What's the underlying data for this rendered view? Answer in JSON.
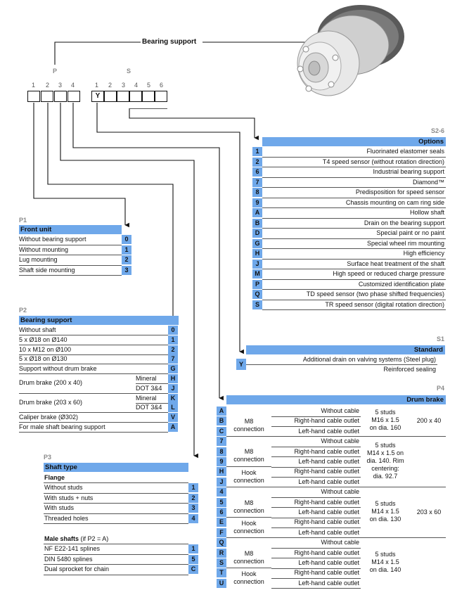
{
  "title": "Bearing support",
  "code_groups": {
    "p_letter": "P",
    "s_letter": "S",
    "p_digits": [
      "1",
      "2",
      "3",
      "4"
    ],
    "s_digits": [
      "1",
      "2",
      "3",
      "4",
      "5",
      "6"
    ],
    "s1_value": "Y"
  },
  "s26": {
    "tag": "S2-6",
    "header": "Options",
    "items": [
      {
        "code": "1",
        "label": "Fluorinated elastomer seals"
      },
      {
        "code": "2",
        "label": "T4 speed sensor (without rotation direction)"
      },
      {
        "code": "6",
        "label": "Industrial bearing support"
      },
      {
        "code": "7",
        "label": "Diamond™"
      },
      {
        "code": "8",
        "label": "Predisposition for speed sensor"
      },
      {
        "code": "9",
        "label": "Chassis mounting on cam ring side"
      },
      {
        "code": "A",
        "label": "Hollow shaft"
      },
      {
        "code": "B",
        "label": "Drain on the bearing support"
      },
      {
        "code": "D",
        "label": "Special paint or no paint"
      },
      {
        "code": "G",
        "label": "Special wheel rim mounting"
      },
      {
        "code": "H",
        "label": "High efficiency"
      },
      {
        "code": "J",
        "label": "Surface heat treatment of the shaft"
      },
      {
        "code": "M",
        "label": "High speed or reduced charge pressure"
      },
      {
        "code": "P",
        "label": "Customized identification plate"
      },
      {
        "code": "Q",
        "label": "TD speed sensor (two phase shifted frequencies)"
      },
      {
        "code": "S",
        "label": "TR speed sensor (digital rotation direction)"
      }
    ]
  },
  "p1": {
    "tag": "P1",
    "header": "Front unit",
    "items": [
      {
        "code": "0",
        "label": "Without bearing support"
      },
      {
        "code": "1",
        "label": "Without mounting"
      },
      {
        "code": "2",
        "label": "Lug mounting"
      },
      {
        "code": "3",
        "label": "Shaft side mounting"
      }
    ]
  },
  "p2": {
    "tag": "P2",
    "header": "Bearing support",
    "items": [
      {
        "code": "0",
        "label": "Without shaft",
        "sub": ""
      },
      {
        "code": "1",
        "label": "5 x Ø18 on Ø140",
        "sub": ""
      },
      {
        "code": "2",
        "label": "10 x M12 on Ø100",
        "sub": ""
      },
      {
        "code": "7",
        "label": "5 x Ø18 on Ø130",
        "sub": ""
      },
      {
        "code": "G",
        "label": "Support without drum brake",
        "sub": ""
      },
      {
        "code": "H",
        "label": "Drum brake (200 x 40)",
        "sub": "Mineral"
      },
      {
        "code": "J",
        "label": "",
        "sub": "DOT 3&4"
      },
      {
        "code": "K",
        "label": "Drum brake (203 x 60)",
        "sub": "Mineral"
      },
      {
        "code": "L",
        "label": "",
        "sub": "DOT 3&4"
      },
      {
        "code": "V",
        "label": "Caliper brake (Ø302)",
        "sub": ""
      },
      {
        "code": "A",
        "label": "For male shaft bearing support",
        "sub": ""
      }
    ]
  },
  "p3": {
    "tag": "P3",
    "header": "Shaft type",
    "flange_title": "Flange",
    "flange_items": [
      {
        "code": "1",
        "label": "Without studs"
      },
      {
        "code": "2",
        "label": "With studs + nuts"
      },
      {
        "code": "3",
        "label": "With studs"
      },
      {
        "code": "4",
        "label": "Threaded holes"
      }
    ],
    "male_title": "Male shafts",
    "male_note": " (if P2 = A)",
    "male_items": [
      {
        "code": "1",
        "label": "NF E22-141 splines"
      },
      {
        "code": "5",
        "label": "DIN 5480 splines"
      },
      {
        "code": "C",
        "label": "Dual sprocket for chain"
      }
    ]
  },
  "s1": {
    "tag": "S1",
    "header": "Standard",
    "code": "Y",
    "line1": "Additional drain on valving systems (Steel plug)",
    "line2": "Reinforced sealing"
  },
  "p4": {
    "tag": "P4",
    "header": "Drum brake",
    "codes": [
      "A",
      "B",
      "C",
      "7",
      "8",
      "9",
      "H",
      "J",
      "4",
      "5",
      "6",
      "E",
      "F",
      "Q",
      "R",
      "S",
      "T",
      "U"
    ],
    "cable": [
      "Without cable",
      "Right-hand cable outlet",
      "Left-hand cable outlet",
      "Without cable",
      "Right-hand cable outlet",
      "Left-hand cable outlet",
      "Right-hand cable outlet",
      "Left-hand cable outlet",
      "Without cable",
      "Right-hand cable outlet",
      "Left-hand cable outlet",
      "Right-hand cable outlet",
      "Left-hand cable outlet",
      "Without cable",
      "Right-hand cable outlet",
      "Left-hand cable outlet",
      "Right-hand cable outlet",
      "Left-hand cable outlet"
    ],
    "conn": {
      "m8_a": "M8",
      "conn_a": "connection",
      "m8_b": "M8",
      "conn_b": "connection",
      "hook_b": "Hook",
      "hookconn_b": "connection",
      "m8_c": "M8",
      "conn_c": "connection",
      "hook_c": "Hook",
      "hookconn_c": "connection",
      "m8_d": "M8",
      "conn_d": "connection",
      "hook_d": "Hook",
      "hookconn_d": "connection"
    },
    "studs": {
      "g1": [
        "5 studs",
        "M16 x 1.5",
        "on dia. 160"
      ],
      "g2": [
        "5 studs",
        "M14 x 1.5 on",
        "dia. 140. Rim",
        "centering:",
        "dia. 92.7"
      ],
      "g3": [
        "5 studs",
        "M14 x 1.5",
        "on dia. 130"
      ],
      "g4": [
        "5 studs",
        "M14 x 1.5",
        "on dia. 140"
      ]
    },
    "sizes": {
      "small": "200 x 40",
      "large": "203 x 60"
    }
  }
}
